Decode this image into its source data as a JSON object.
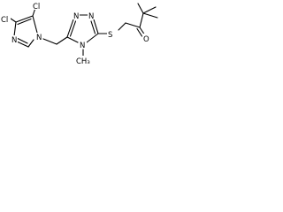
{
  "molecule": {
    "atoms": {
      "cl_top": "Cl",
      "cl_left": "Cl",
      "n_imidazole_ring": "N",
      "n_imidazole_link": "N",
      "n_triazole_1": "N",
      "n_triazole_2": "N",
      "n_triazole_4": "N",
      "s": "S",
      "o": "O",
      "methyl": "CH₃"
    },
    "colors": {
      "ink": "#000000",
      "background": "#ffffff"
    }
  }
}
